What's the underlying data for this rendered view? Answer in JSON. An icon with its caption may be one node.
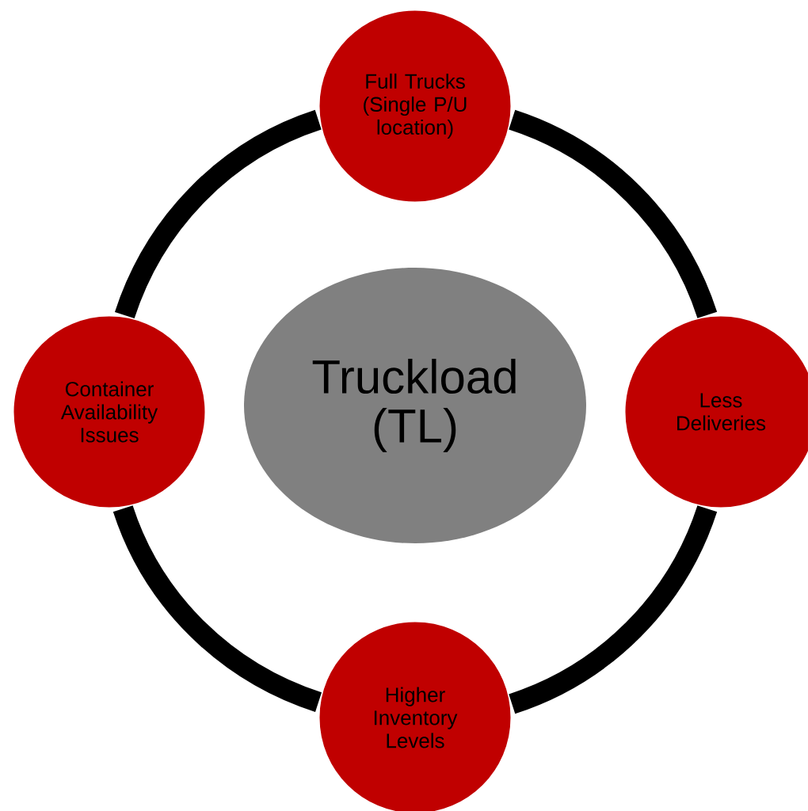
{
  "diagram": {
    "nodes": [
      {
        "text": [
          "Full Trucks (Single P/U location)"
        ]
      },
      {
        "text": [
          "Container Availability Issues"
        ]
      },
      {
        "text": [
          "Truckload (TL)"
        ]
      },
      {
        "text": [
          "Less Deliveries"
        ]
      },
      {
        "text": [
          "Higher Inventory Levels"
        ]
      }
    ],
    "edges": [
      {
        "from": 0,
        "to": 3,
        "arrow": "none"
      },
      {
        "from": 3,
        "to": 4,
        "arrow": "none"
      },
      {
        "from": 4,
        "to": 1,
        "arrow": "none"
      },
      {
        "from": 1,
        "to": 0,
        "arrow": "none"
      }
    ]
  }
}
